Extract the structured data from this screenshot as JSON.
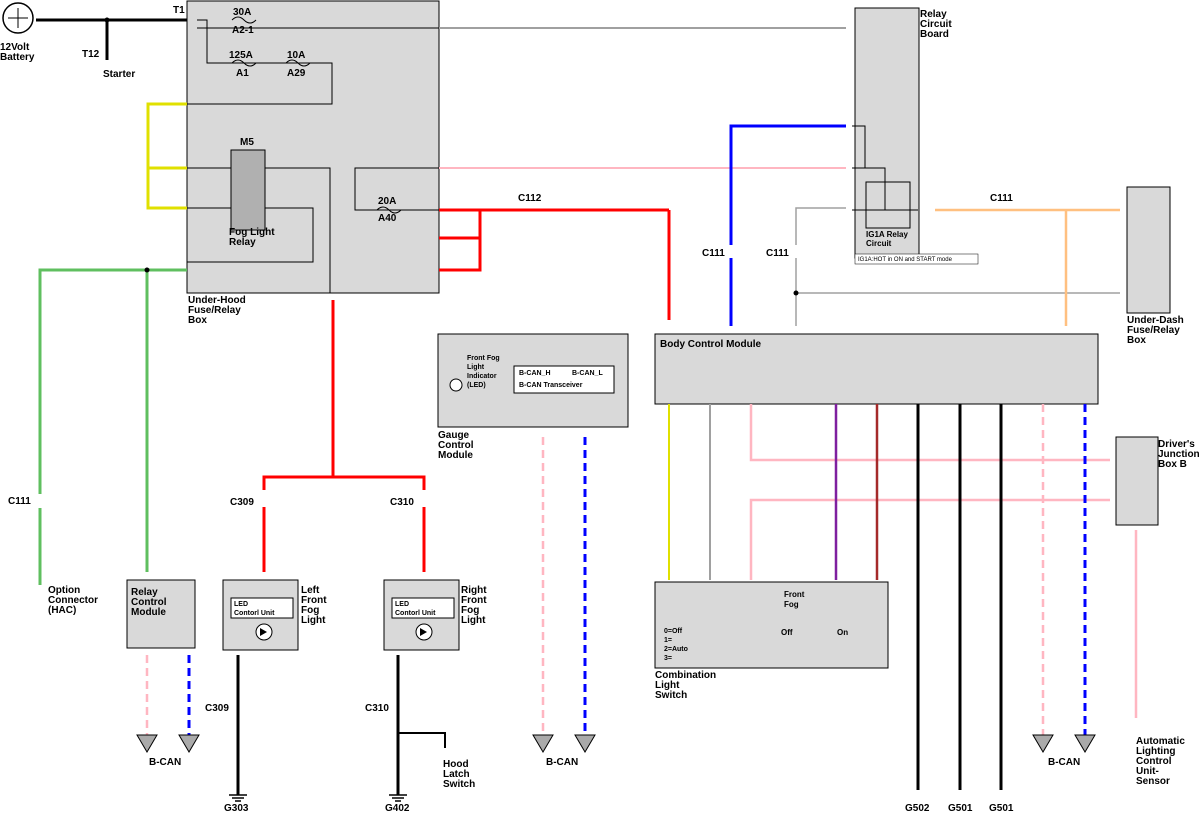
{
  "colors": {
    "black": "#000000",
    "red": "#ff0000",
    "pink": "#ffb6c1",
    "yellow": "#e0e000",
    "blue": "#0000ff",
    "gray": "#a0a0a0",
    "green": "#5fbf5f",
    "tan": "#ffc080",
    "purple": "#7f1f9f",
    "brown": "#a52a2a",
    "white": "#ffffff",
    "box": "#d9d9d9"
  },
  "components": {
    "battery": "12Volt\nBattery",
    "starter": "Starter",
    "underhood": "Under-Hood\nFuse/Relay\nBox",
    "relay_board": "Relay\nCircuit\nBoard",
    "ig1a": "IG1A Relay\nCircuit",
    "ig1a_note": "IG1A:HOT in ON and START mode",
    "underdash": "Under-Dash\nFuse/Relay\nBox",
    "bcm": "Body Control Module",
    "gauge": "Gauge\nControl\nModule",
    "gauge_indicator": "Front Fog\nLight\nIndicator\n(LED)",
    "bcan_h": "B-CAN_H",
    "bcan_l": "B-CAN_L",
    "bcan_trans": "B-CAN Transceiver",
    "fog_relay": "Fog Light\nRelay",
    "m5": "M5",
    "relay_ctrl": "Relay\nControl\nModule",
    "left_fog": "Left\nFront\nFog\nLight",
    "right_fog": "Right\nFront\nFog\nLight",
    "led_unit": "LED\nContorl Unit",
    "option": "Option\nConnector\n(HAC)",
    "djb": "Driver's\nJunction\nBox B",
    "combo": "Combination\nLight\nSwitch",
    "front_fog": "Front\nFog",
    "off": "Off",
    "on": "On",
    "legend": "0=Off\n1=\n2=Auto\n3=",
    "hood": "Hood\nLatch\nSwitch",
    "auto_light": "Automatic\nLighting\nControl\nUnit-\nSensor",
    "bcan": "B-CAN",
    "g303": "G303",
    "g402": "G402",
    "g502": "G502",
    "g501": "G501"
  },
  "fuses": [
    {
      "amp": "30A",
      "id": "A2-1"
    },
    {
      "amp": "125A",
      "id": "A1"
    },
    {
      "amp": "10A",
      "id": "A29"
    },
    {
      "amp": "20A",
      "id": "A40"
    }
  ],
  "connectors": [
    "T1",
    "T12",
    "C112",
    "C111",
    "C309",
    "C310"
  ]
}
